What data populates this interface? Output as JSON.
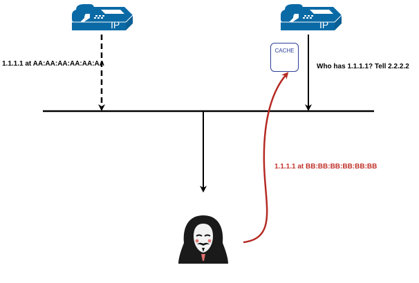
{
  "labels": {
    "legit_reply": "1.1.1.1 at AA:AA:AA:AA:AA:AA",
    "request": "Who has 1.1.1.1? Tell 2.2.2.2",
    "spoofed_reply": "1.1.1.1 at BB:BB:BB:BB:BB:BB",
    "cache": "CACHE",
    "phone_badge": "IP"
  },
  "icons": {
    "left_phone": "ip-phone-icon",
    "right_phone": "ip-phone-icon",
    "attacker": "hooded-attacker-icon"
  },
  "colors": {
    "phone_blue": "#0a6aa6",
    "spoofed_arrow": "#b52a24",
    "spoofed_text": "#c0322b",
    "cache_border": "#2a3d9a",
    "line": "#000000"
  }
}
